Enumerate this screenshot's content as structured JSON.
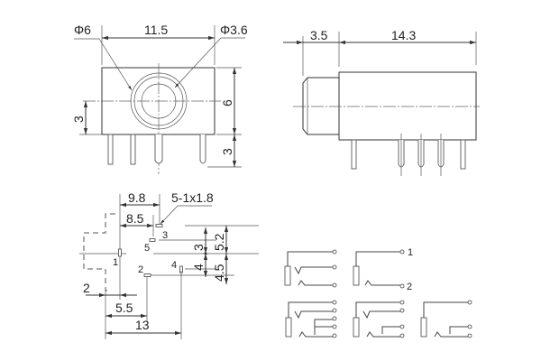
{
  "front_view": {
    "dim_width": "11.5",
    "dim_outer_dia": "Φ6",
    "dim_inner_dia": "Φ3.6",
    "dim_height": "6",
    "dim_pin_length": "3",
    "dim_center_height": "3"
  },
  "side_view": {
    "dim_nose": "3.5",
    "dim_body": "14.3"
  },
  "footprint": {
    "dim_9_8": "9.8",
    "dim_8_5": "8.5",
    "hole_spec": "5-1x1.8",
    "dim_3": "3",
    "dim_4": "4",
    "dim_5_2": "5.2",
    "dim_4_5": "4.5",
    "dim_2": "2",
    "dim_5_5": "5.5",
    "dim_13": "13",
    "pins": [
      "1",
      "2",
      "3",
      "4",
      "5"
    ]
  },
  "schematics": {
    "terminal_1": "1",
    "terminal_2": "2"
  }
}
